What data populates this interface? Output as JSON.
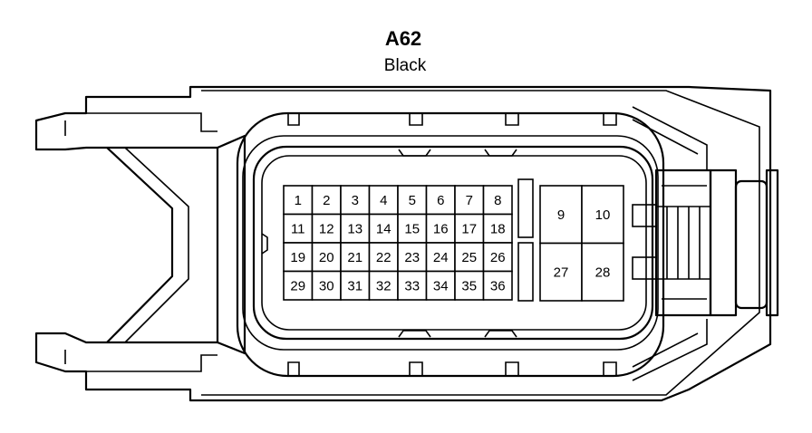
{
  "connector": {
    "id": "A62",
    "color": "Black"
  },
  "pins_small": {
    "rows": [
      [
        "1",
        "2",
        "3",
        "4",
        "5",
        "6",
        "7",
        "8"
      ],
      [
        "11",
        "12",
        "13",
        "14",
        "15",
        "16",
        "17",
        "18"
      ],
      [
        "19",
        "20",
        "21",
        "22",
        "23",
        "24",
        "25",
        "26"
      ],
      [
        "29",
        "30",
        "31",
        "32",
        "33",
        "34",
        "35",
        "36"
      ]
    ]
  },
  "pins_large": {
    "rows": [
      [
        "9",
        "10"
      ],
      [
        "27",
        "28"
      ]
    ]
  }
}
